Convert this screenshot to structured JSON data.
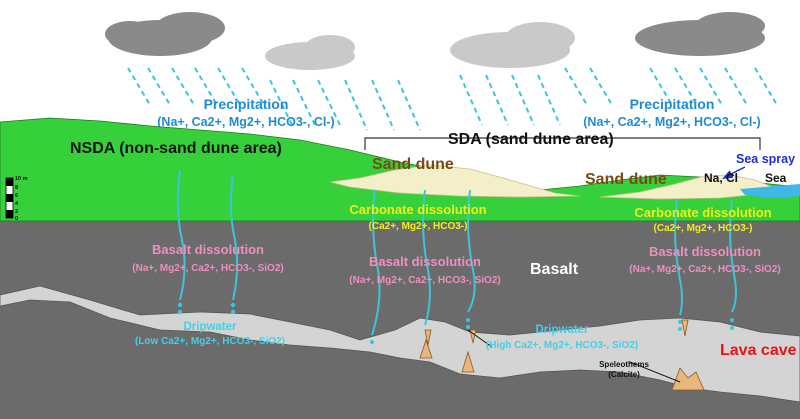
{
  "labels": {
    "precip_left_title": "Precipitation",
    "precip_left_ions": "(Na+, Ca2+, Mg2+, HCO3-, Cl-)",
    "precip_right_title": "Precipitation",
    "precip_right_ions": "(Na+, Ca2+, Mg2+, HCO3-, Cl-)",
    "nsda": "NSDA (non-sand dune area)",
    "sda": "SDA (sand dune area)",
    "sand_dune_left": "Sand dune",
    "sand_dune_right": "Sand dune",
    "sea_spray": "Sea spray",
    "na_cl": "Na, Cl",
    "sea": "Sea",
    "carb_left_title": "Carbonate dissolution",
    "carb_left_ions": "(Ca2+, Mg2+, HCO3-)",
    "carb_right_title": "Carbonate dissolution",
    "carb_right_ions": "(Ca2+, Mg2+, HCO3-)",
    "basalt_left_title": "Basalt dissolution",
    "basalt_left_ions": "(Na+, Mg2+, Ca2+, HCO3-, SiO2)",
    "basalt_mid_title": "Basalt dissolution",
    "basalt_mid_ions": "(Na+, Mg2+, Ca2+, HCO3-, SiO2)",
    "basalt_right_title": "Basalt dissolution",
    "basalt_right_ions": "(Na+, Mg2+, Ca2+, HCO3-, SiO2)",
    "basalt": "Basalt",
    "drip_left_title": "Dripwater",
    "drip_left_ions": "(Low Ca2+, Mg2+, HCO3-, SiO2)",
    "drip_right_title": "Dripwater",
    "drip_right_ions": "(High Ca2+, Mg2+, HCO3-, SiO2)",
    "lava_cave": "Lava cave",
    "speleothems": "Speleothems",
    "calcite": "(Calcite)"
  },
  "scale_bar": {
    "unit": "10 m",
    "ticks": [
      "8",
      "6",
      "4",
      "2",
      "0"
    ]
  },
  "colors": {
    "cloud_dark": "#8a8a8a",
    "cloud_light": "#c9c9c9",
    "rain": "#3cc4d8",
    "grass": "#36d13a",
    "sand": "#f3efc9",
    "basalt": "#6b6b6b",
    "cave": "#d4d4d4",
    "sea": "#3fb7e8",
    "speleothem": "#e8b87a"
  }
}
